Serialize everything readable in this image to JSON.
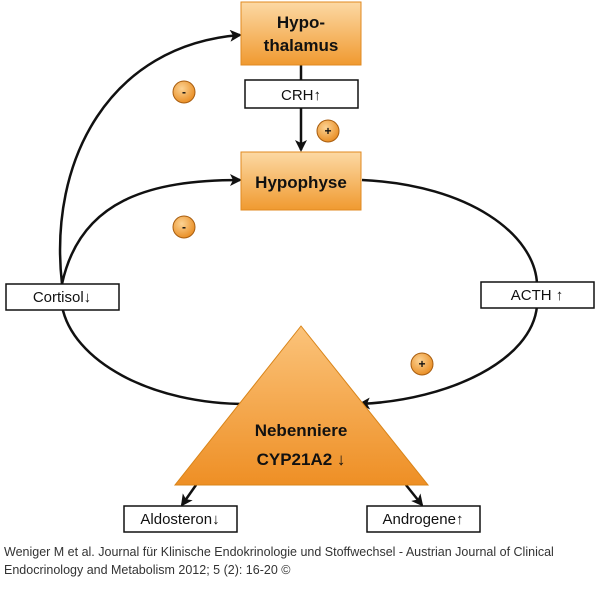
{
  "nodes": {
    "hypothalamus": {
      "line1": "Hypo-",
      "line2": "thalamus"
    },
    "hypophyse": {
      "label": "Hypophyse"
    },
    "nebenniere": {
      "line1": "Nebenniere",
      "line2": "CYP21A2 ↓"
    }
  },
  "labels": {
    "crh": "CRH↑",
    "acth": "ACTH ↑",
    "cortisol": "Cortisol↓",
    "aldosteron": "Aldosteron↓",
    "androgene": "Androgene↑"
  },
  "signs": {
    "feedback_hypothalamus": "-",
    "feedback_hypophyse": "-",
    "stim_crh": "+",
    "stim_acth": "+"
  },
  "caption": "Weniger M et al. Journal für Klinische Endokrinologie und Stoffwechsel - Austrian Journal of Clinical Endocrinology and Metabolism 2012; 5 (2): 16-20 ©",
  "colors": {
    "orange_light": "#fbcf8e",
    "orange_dark": "#ef9528",
    "line": "#111111"
  }
}
